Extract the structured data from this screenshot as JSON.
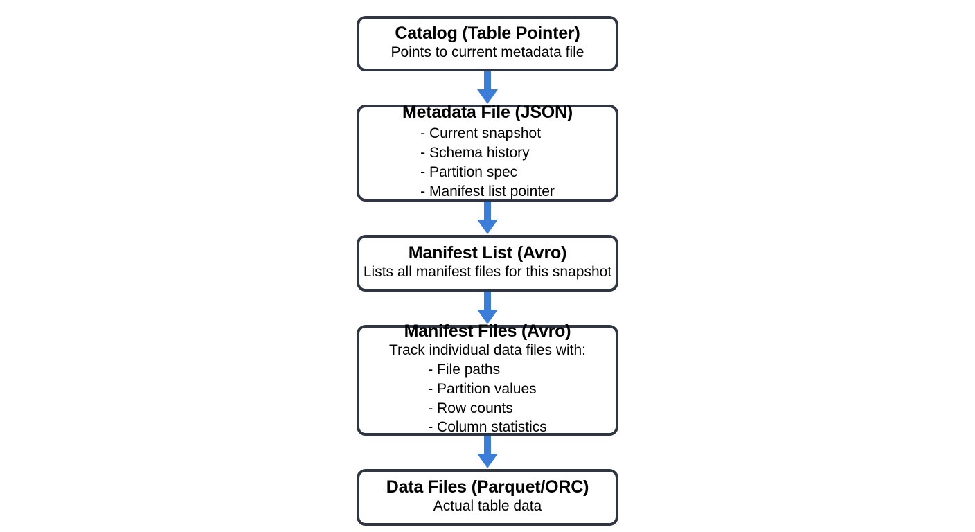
{
  "diagram": {
    "title": "Apache Iceberg table layout flow",
    "orientation": "top-to-bottom",
    "colors": {
      "box_border": "#2f3542",
      "box_fill": "#ffffff",
      "arrow": "#3b7dd8",
      "text": "#000000",
      "background": "#ffffff"
    },
    "nodes": [
      {
        "id": "catalog",
        "title": "Catalog (Table Pointer)",
        "subtitle": "Points to current metadata file",
        "bullets": []
      },
      {
        "id": "metadata-file",
        "title": "Metadata File (JSON)",
        "subtitle": "",
        "bullets": [
          "- Current snapshot",
          "- Schema history",
          "- Partition spec",
          "- Manifest list pointer"
        ]
      },
      {
        "id": "manifest-list",
        "title": "Manifest List (Avro)",
        "subtitle": "Lists all manifest files for this snapshot",
        "bullets": []
      },
      {
        "id": "manifest-files",
        "title": "Manifest Files (Avro)",
        "subtitle": "Track individual data files with:",
        "bullets": [
          "- File paths",
          "- Partition values",
          "- Row counts",
          "- Column statistics"
        ]
      },
      {
        "id": "data-files",
        "title": "Data Files (Parquet/ORC)",
        "subtitle": "Actual table data",
        "bullets": []
      }
    ],
    "connectors": [
      {
        "id": "arrow-catalog-to-metadata",
        "from": "catalog",
        "to": "metadata-file",
        "shape": "down-arrow"
      },
      {
        "id": "arrow-metadata-to-manifestlist",
        "from": "metadata-file",
        "to": "manifest-list",
        "shape": "down-arrow"
      },
      {
        "id": "arrow-manifestlist-to-manifestfiles",
        "from": "manifest-list",
        "to": "manifest-files",
        "shape": "down-arrow"
      },
      {
        "id": "arrow-manifestfiles-to-datafiles",
        "from": "manifest-files",
        "to": "data-files",
        "shape": "down-arrow"
      }
    ]
  }
}
